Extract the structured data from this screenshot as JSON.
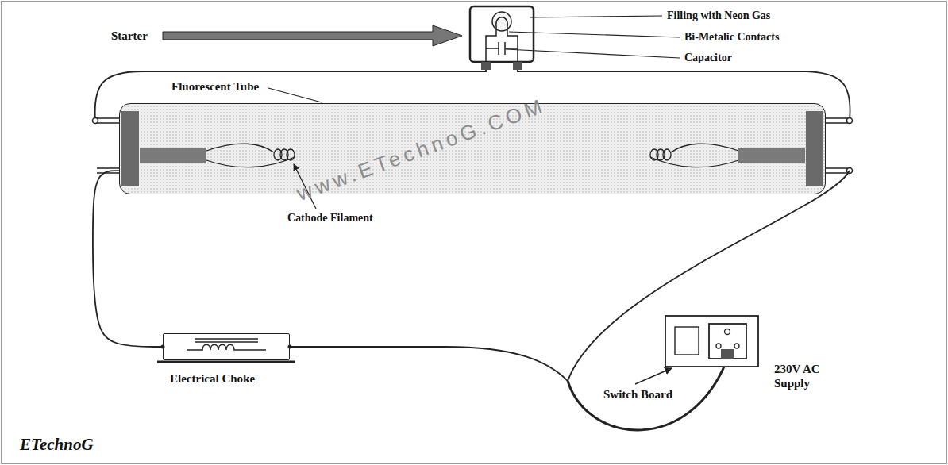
{
  "diagram": {
    "nodes": [
      {
        "text": [
          "Fluorescent Tube"
        ]
      },
      {
        "text": [
          "Electrical Choke"
        ]
      }
    ],
    "edges": [
      {
        "from": 0,
        "to": 1,
        "arrow": "none"
      }
    ],
    "labels": [
      "Starter",
      "Filling with Neon Gas",
      "Bi-Metalic Contacts",
      "Capacitor",
      "Cathode Filament",
      "Switch Board",
      "230V AC Supply",
      "www.ETechnoG.COM",
      "ETechnoG"
    ]
  }
}
